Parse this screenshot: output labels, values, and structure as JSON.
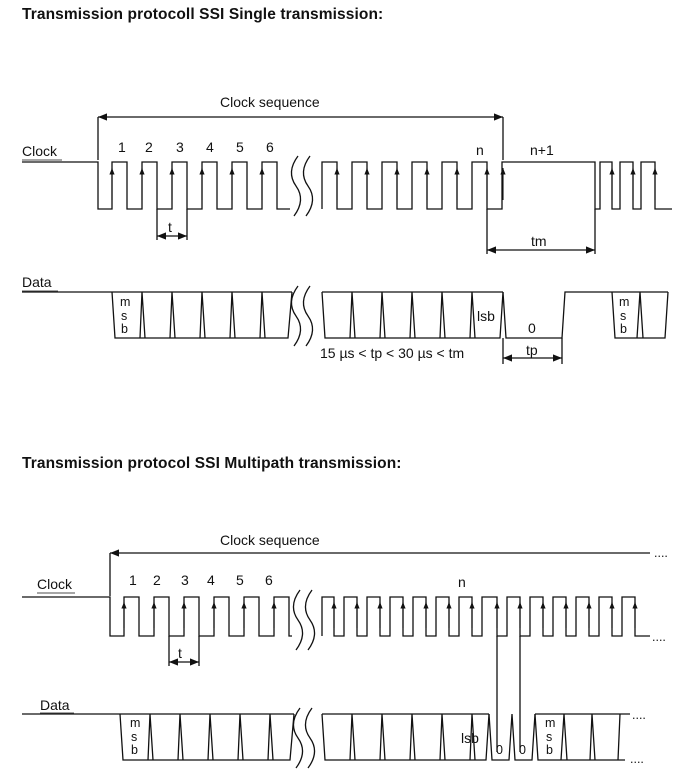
{
  "single": {
    "title": "Transmission protocoll SSI Single transmission:",
    "clock_sequence_label": "Clock sequence",
    "clock_label": "Clock",
    "data_label": "Data",
    "pulse_numbers": [
      "1",
      "2",
      "3",
      "4",
      "5",
      "6"
    ],
    "n_label": "n",
    "n_plus_1_label": "n+1",
    "t_label": "t",
    "tm_label": "tm",
    "msb_letters": [
      "m",
      "s",
      "b"
    ],
    "lsb_label": "lsb",
    "zero_label": "0",
    "tp_label": "tp",
    "timing_text": "15 µs < tp < 30 µs < tm"
  },
  "multi": {
    "title": "Transmission protocol SSI Multipath transmission:",
    "clock_sequence_label": "Clock sequence",
    "clock_label": "Clock",
    "data_label": "Data",
    "pulse_numbers": [
      "1",
      "2",
      "3",
      "4",
      "5",
      "6"
    ],
    "n_label": "n",
    "t_label": "t",
    "msb_letters": [
      "m",
      "s",
      "b"
    ],
    "lsb_label": "lsb",
    "zero_label": "0",
    "ellipsis": "...."
  }
}
